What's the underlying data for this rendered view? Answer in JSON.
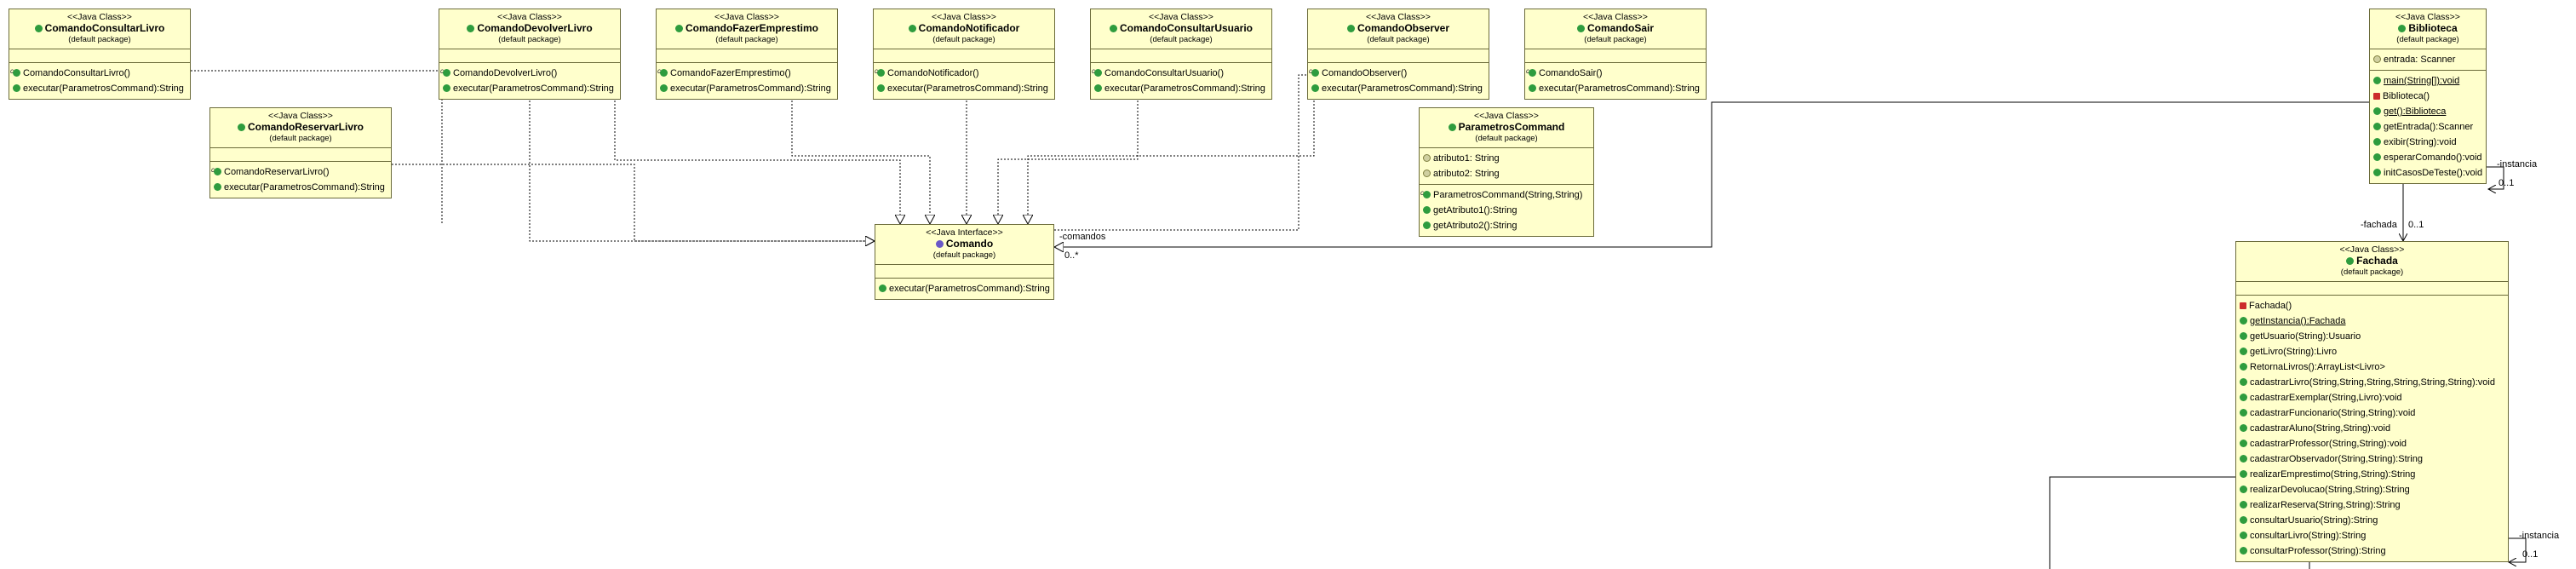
{
  "classes": {
    "consultarLivro": {
      "stereotype": "<<Java Class>>",
      "name": "ComandoConsultarLivro",
      "package": "(default package)",
      "methods": [
        "ComandoConsultarLivro()",
        "executar(ParametrosCommand):String"
      ]
    },
    "devolverLivro": {
      "stereotype": "<<Java Class>>",
      "name": "ComandoDevolverLivro",
      "package": "(default package)",
      "methods": [
        "ComandoDevolverLivro()",
        "executar(ParametrosCommand):String"
      ]
    },
    "fazerEmprestimo": {
      "stereotype": "<<Java Class>>",
      "name": "ComandoFazerEmprestimo",
      "package": "(default package)",
      "methods": [
        "ComandoFazerEmprestimo()",
        "executar(ParametrosCommand):String"
      ]
    },
    "notificador": {
      "stereotype": "<<Java Class>>",
      "name": "ComandoNotificador",
      "package": "(default package)",
      "methods": [
        "ComandoNotificador()",
        "executar(ParametrosCommand):String"
      ]
    },
    "consultarUsuario": {
      "stereotype": "<<Java Class>>",
      "name": "ComandoConsultarUsuario",
      "package": "(default package)",
      "methods": [
        "ComandoConsultarUsuario()",
        "executar(ParametrosCommand):String"
      ]
    },
    "observer": {
      "stereotype": "<<Java Class>>",
      "name": "ComandoObserver",
      "package": "(default package)",
      "methods": [
        "ComandoObserver()",
        "executar(ParametrosCommand):String"
      ]
    },
    "sair": {
      "stereotype": "<<Java Class>>",
      "name": "ComandoSair",
      "package": "(default package)",
      "methods": [
        "ComandoSair()",
        "executar(ParametrosCommand):String"
      ]
    },
    "reservarLivro": {
      "stereotype": "<<Java Class>>",
      "name": "ComandoReservarLivro",
      "package": "(default package)",
      "methods": [
        "ComandoReservarLivro()",
        "executar(ParametrosCommand):String"
      ]
    },
    "parametros": {
      "stereotype": "<<Java Class>>",
      "name": "ParametrosCommand",
      "package": "(default package)",
      "fields": [
        "atributo1: String",
        "atributo2: String"
      ],
      "methods": [
        "ParametrosCommand(String,String)",
        "getAtributo1():String",
        "getAtributo2():String"
      ]
    },
    "comando": {
      "stereotype": "<<Java Interface>>",
      "name": "Comando",
      "package": "(default package)",
      "methods": [
        "executar(ParametrosCommand):String"
      ]
    },
    "biblioteca": {
      "stereotype": "<<Java Class>>",
      "name": "Biblioteca",
      "package": "(default package)",
      "fields": [
        "entrada: Scanner"
      ],
      "methods": [
        "main(String[]):void",
        "Biblioteca()",
        "get():Biblioteca",
        "getEntrada():Scanner",
        "exibir(String):void",
        "esperarComando():void",
        "initCasosDeTeste():void"
      ]
    },
    "fachada": {
      "stereotype": "<<Java Class>>",
      "name": "Fachada",
      "package": "(default package)",
      "methods": [
        "Fachada()",
        "getInstancia():Fachada",
        "getUsuario(String):Usuario",
        "getLivro(String):Livro",
        "RetornaLivros():ArrayList<Livro>",
        "cadastrarLivro(String,String,String,String,String,String):void",
        "cadastrarExemplar(String,Livro):void",
        "cadastrarFuncionario(String,String):void",
        "cadastrarAluno(String,String):void",
        "cadastrarProfessor(String,String):void",
        "cadastrarObservador(String,String):String",
        "realizarEmprestimo(String,String):String",
        "realizarDevolucao(String,String):String",
        "realizarReserva(String,String):String",
        "consultarUsuario(String):String",
        "consultarLivro(String):String",
        "consultarProfessor(String):String"
      ]
    }
  },
  "labels": {
    "comandos": "-comandos",
    "comandosMult": "0..*",
    "fachada": "-fachada",
    "fachadaMult": "0..1",
    "instanciaBib": "-instancia",
    "instanciaBibMult": "0..1",
    "instanciaFac": "-instancia",
    "instanciaFacMult": "0..1"
  },
  "colors": {
    "classFill": "#ffffcc",
    "classBorder": "#6b6b3a",
    "classIcon": "#2e9c3e",
    "interfaceIcon": "#6a58c7",
    "privateIcon": "#cc2b2b"
  }
}
